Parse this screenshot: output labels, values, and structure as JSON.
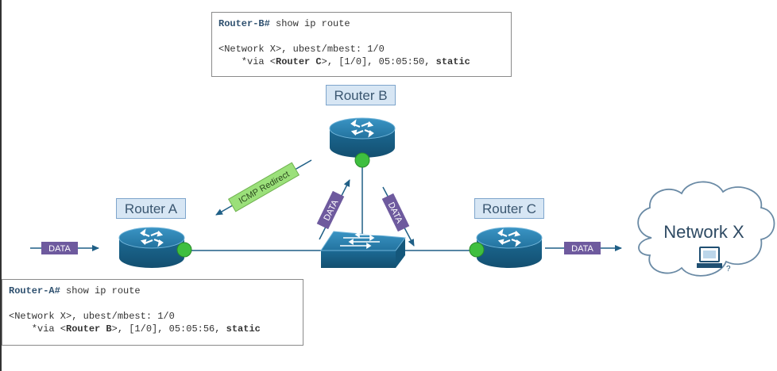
{
  "routers": {
    "a": {
      "label": "Router A"
    },
    "b": {
      "label": "Router B"
    },
    "c": {
      "label": "Router C"
    }
  },
  "network": {
    "label": "Network X"
  },
  "packets": {
    "inbound": "DATA",
    "to_b": "DATA",
    "from_b": "DATA",
    "outbound": "DATA"
  },
  "icmp_redirect": "ICMP Redirect",
  "cli_b": {
    "prompt": "Router-B#",
    "command": " show ip route",
    "route_prefix": "<Network X>, ubest/mbest: 1/0",
    "via_prefix": "    *via <",
    "via_hop": "Router C",
    "via_suffix": ">, [1/0], 05:05:50, ",
    "via_type": "static"
  },
  "cli_a": {
    "prompt": "Router-A#",
    "command": " show ip route",
    "route_prefix": "<Network X>, ubest/mbest: 1/0",
    "via_prefix": "    *via <",
    "via_hop": "Router B",
    "via_suffix": ">, [1/0], 05:05:56, ",
    "via_type": "static"
  },
  "colors": {
    "router_body": "#1f6f9b",
    "router_top": "#2b85b5",
    "port": "#3fbf3f",
    "data_tag": "#6e5a9e",
    "icmp_tag": "#9be07a",
    "line": "#1f5f86"
  }
}
